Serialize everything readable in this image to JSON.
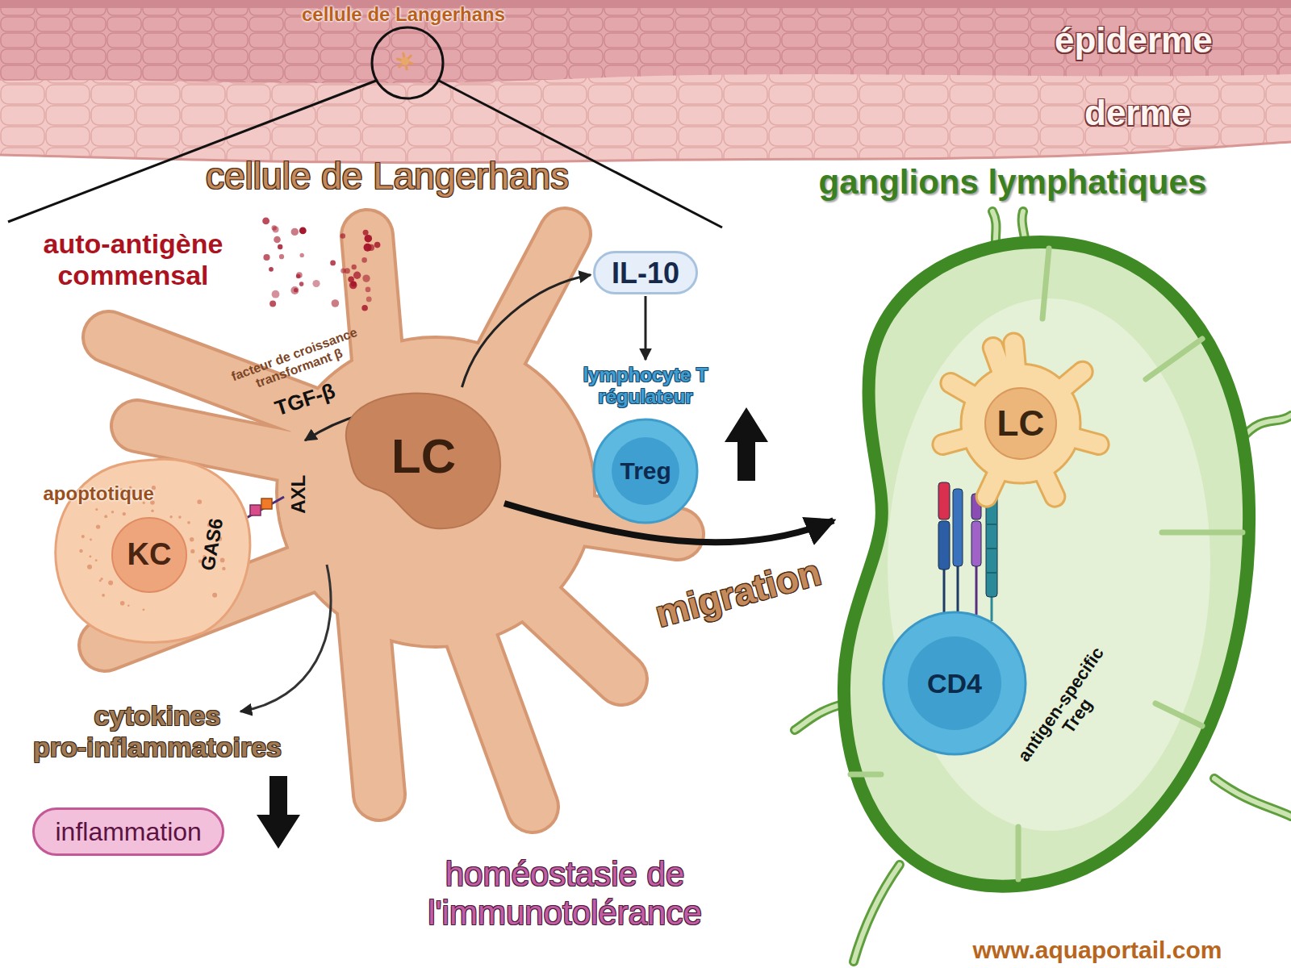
{
  "diagram": {
    "nodes": [
      {
        "text": [
          "épiderme",
          "derme"
        ]
      },
      {
        "text": [
          "LC"
        ]
      },
      {
        "text": [
          "apoptotique",
          "KC"
        ]
      },
      {
        "text": [
          "IL-10"
        ]
      },
      {
        "text": [
          "lymphocyte T régulateur",
          "Treg"
        ]
      },
      {
        "text": [
          "inflammation"
        ]
      },
      {
        "text": [
          "ganglions lymphatiques"
        ]
      },
      {
        "text": [
          "LC"
        ],
        "in": 6
      },
      {
        "text": [
          "CD4"
        ],
        "in": 6
      }
    ],
    "edges": [
      {
        "from": 1,
        "to": 3,
        "arrow": "to"
      },
      {
        "from": 3,
        "to": 4,
        "arrow": "to"
      },
      {
        "from": 1,
        "to": 6,
        "arrow": "to",
        "label": "migration"
      }
    ],
    "labels": [
      "cellule de Langerhans",
      "cellule de Langerhans",
      "auto-antigène commensal",
      "facteur de croissance transformant β",
      "TGF-β",
      "AXL",
      "GAS6",
      "cytokines pro-inflammatoires",
      "homéostasie de l'immunotolérance",
      "antigen-specific Treg",
      "www.aquaportail.com"
    ]
  }
}
